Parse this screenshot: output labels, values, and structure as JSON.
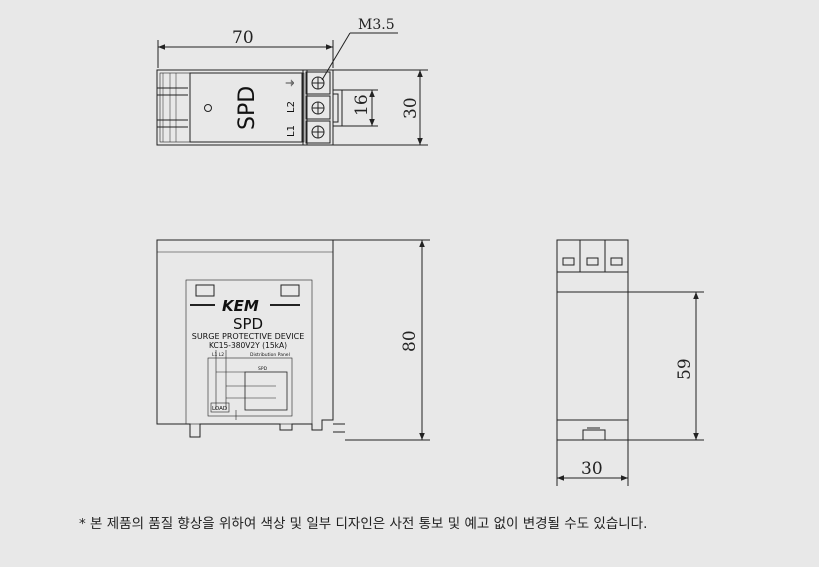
{
  "top_view": {
    "dim_length": "70",
    "dim_height": "30",
    "dim_terminal": "16",
    "screw_label": "M3.5",
    "product_label": "SPD",
    "terminal_labels": [
      "⏚",
      "L2",
      "L1"
    ]
  },
  "front_view": {
    "dim_height": "80",
    "brand": "KEM",
    "product": "SPD",
    "description": "SURGE PROTECTIVE DEVICE",
    "model": "KC15-380V2Y  (15kA)",
    "diagram_terminals": "L1  L2",
    "diagram_panel": "Distribution Panel",
    "diagram_spd": "SPD",
    "diagram_load": "LOAD"
  },
  "side_view": {
    "dim_height": "59",
    "dim_width": "30"
  },
  "footnote": "* 본 제품의 품질 향상을 위하여 색상 및 일부 디자인은 사전 통보 및 예고 없이 변경될 수도 있습니다."
}
